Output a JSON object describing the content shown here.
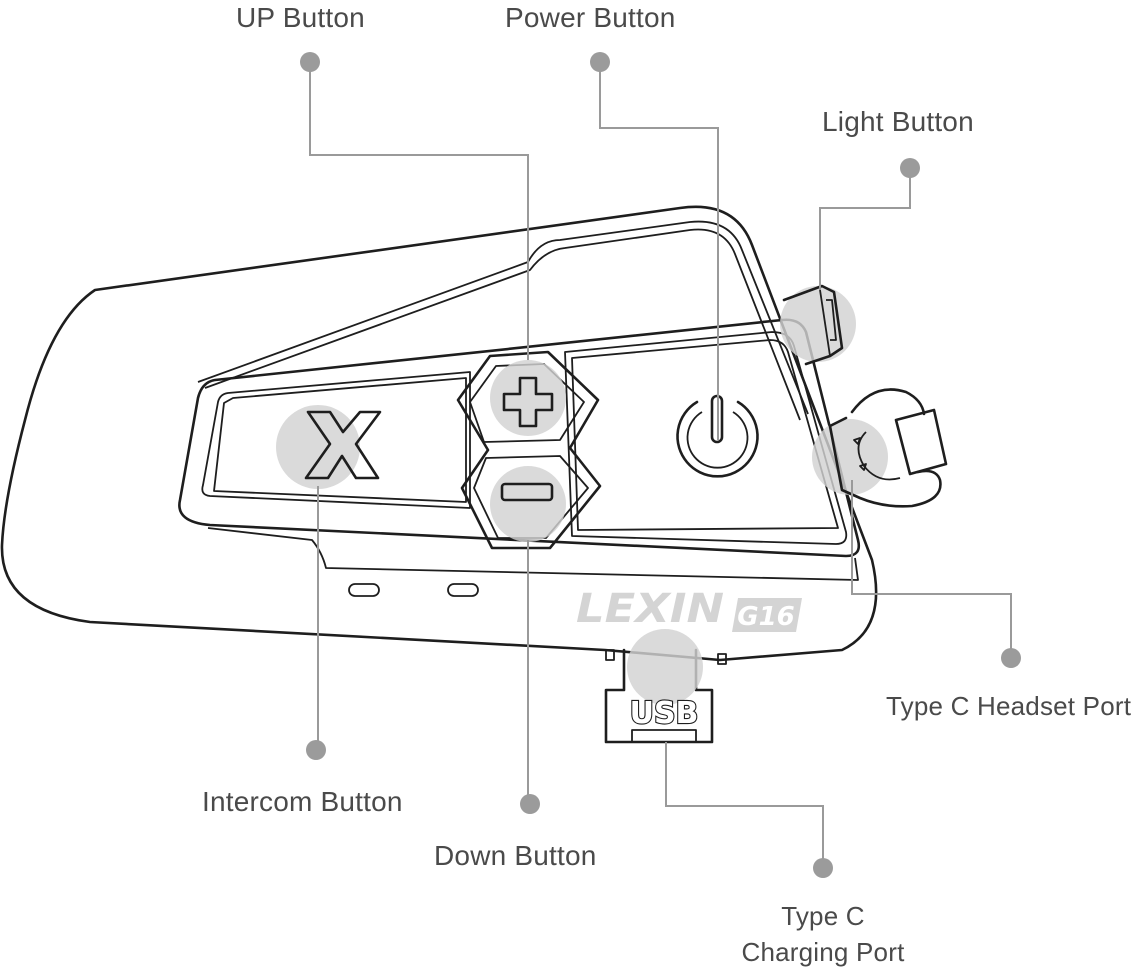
{
  "diagram": {
    "labels": {
      "up_button": "UP Button",
      "power_button": "Power Button",
      "light_button": "Light Button",
      "type_c_headset_port": "Type C Headset Port",
      "intercom_button": "Intercom Button",
      "down_button": "Down Button",
      "type_c_charging_port_line1": "Type C",
      "type_c_charging_port_line2": "Charging Port"
    },
    "device": {
      "brand": "LEXIN",
      "model": "G16",
      "usb_label": "USB"
    },
    "colors": {
      "outline": "#1e1e1e",
      "leader_line": "#9a9a9a",
      "leader_dot": "#9b9b9b",
      "highlight": "#d2d2d2",
      "label_text": "#4a4a4a"
    }
  }
}
